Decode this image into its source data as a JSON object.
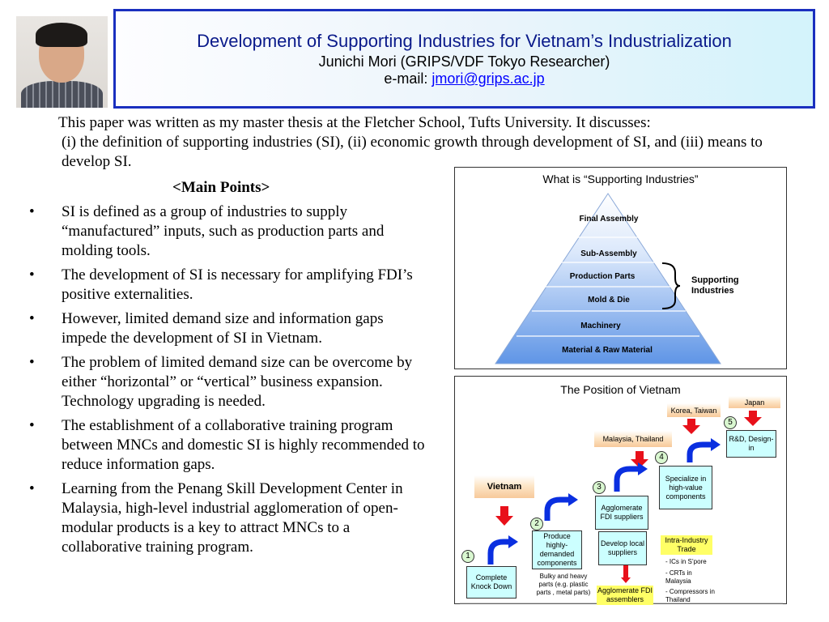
{
  "header": {
    "title": "Development of Supporting Industries for Vietnam’s Industrialization",
    "author": "Junichi Mori (GRIPS/VDF Tokyo Researcher)",
    "email_label": "e-mail:",
    "email": "jmori@grips.ac.jp"
  },
  "intro": {
    "line1": "This paper was written as my master thesis at the Fletcher School, Tufts University.  It discusses:",
    "line2": "(i) the definition of supporting industries (SI), (ii) economic growth through development of SI, and (iii) means to develop SI."
  },
  "main_points_heading": "<Main Points>",
  "points": [
    "SI is defined as a group of industries to supply “manufactured” inputs, such as production parts and molding tools.",
    "The development of SI is necessary for amplifying FDI’s positive externalities.",
    "However, limited demand size and information gaps impede the development of SI in Vietnam.",
    "The problem of limited demand size can be overcome by either “horizontal” or “vertical” business expansion.  Technology upgrading is needed.",
    "The establishment of a collaborative training program between MNCs and domestic SI is highly recommended to reduce information gaps.",
    "Learning from the  Penang Skill Development Center in Malaysia, high-level industrial agglomeration of open-modular products is a key to attract MNCs to a collaborative training program."
  ],
  "figure1": {
    "title": "What is “Supporting Industries”",
    "layers": [
      "Final Assembly",
      "Sub-Assembly",
      "Production Parts",
      "Mold & Die",
      "Machinery",
      "Material & Raw Material"
    ],
    "bracket_label": "Supporting Industries"
  },
  "figure2": {
    "title": "The Position of Vietnam",
    "steps": [
      {
        "num": "1",
        "box": "Complete Knock Down"
      },
      {
        "num": "2",
        "box": "Produce highly-demanded components"
      },
      {
        "num": "3",
        "box": "Agglomerate FDI suppliers"
      },
      {
        "num": "4",
        "box": "Specialize in high-value components"
      },
      {
        "num": "5",
        "box": "R&D, Design-in"
      }
    ],
    "countries": {
      "vietnam": "Vietnam",
      "malaysia_thailand": "Malaysia, Thailand",
      "korea_taiwan": "Korea, Taiwan",
      "japan": "Japan"
    },
    "bulky_note": "Bulky and heavy parts (e.g. plastic parts , metal parts)",
    "develop_local": "Develop local suppliers",
    "agglomerate_assemblers": "Agglomerate FDI assemblers",
    "intra_industry": "Intra-Industry Trade",
    "trade_notes": [
      "- ICs in S’pore",
      "- CRTs in Malaysia",
      "- Compressors in Thailand"
    ]
  },
  "colors": {
    "title_border": "#1a2fbf",
    "title_text": "#0a1a8a",
    "box_fill": "#ccffff",
    "arrow_red": "#e8101a",
    "arrow_blue": "#0a2fe0",
    "highlight_yellow": "#ffff66"
  }
}
